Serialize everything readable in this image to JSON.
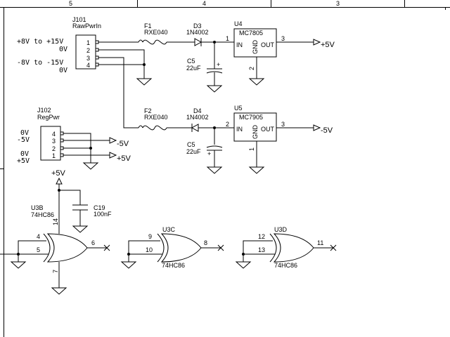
{
  "frame": {
    "zones": [
      "5",
      "4",
      "3"
    ]
  },
  "j101": {
    "ref": "J101",
    "value": "RawPwrIn",
    "pins": [
      "1",
      "2",
      "3",
      "4"
    ],
    "labels": [
      "+8V to +15V",
      "0V",
      "-8V to -15V",
      "0V"
    ]
  },
  "j102": {
    "ref": "J102",
    "value": "RegPwr",
    "pins": [
      "4",
      "3",
      "2",
      "1"
    ],
    "labels": [
      "0V",
      "-5V",
      "0V",
      "+5V"
    ]
  },
  "f1": {
    "ref": "F1",
    "value": "RXE040"
  },
  "f2": {
    "ref": "F2",
    "value": "RXE040"
  },
  "d3": {
    "ref": "D3",
    "value": "1N4002"
  },
  "d4": {
    "ref": "D4",
    "value": "1N4002"
  },
  "c5_top": {
    "ref": "C5",
    "value": "22uF"
  },
  "c5_bottom": {
    "ref": "C5",
    "value": "22uF"
  },
  "c19": {
    "ref": "C19",
    "value": "100nF"
  },
  "u4": {
    "ref": "U4",
    "value": "MC7805",
    "in": "IN",
    "out": "OUT",
    "gnd": "GND",
    "pin_in": "1",
    "pin_out": "3",
    "pin_gnd": "2"
  },
  "u5": {
    "ref": "U5",
    "value": "MC7905",
    "in": "IN",
    "out": "OUT",
    "gnd": "GND",
    "pin_in": "2",
    "pin_out": "3",
    "pin_gnd": "1"
  },
  "u3b": {
    "ref": "U3B",
    "value": "74HC86",
    "pin_a": "4",
    "pin_b": "5",
    "pin_y": "6",
    "pin_vcc": "14",
    "pin_gnd": "7"
  },
  "u3c": {
    "ref": "U3C",
    "value": "74HC86",
    "pin_a": "9",
    "pin_b": "10",
    "pin_y": "8"
  },
  "u3d": {
    "ref": "U3D",
    "value": "74HC86",
    "pin_a": "12",
    "pin_b": "13",
    "pin_y": "11"
  },
  "rails": {
    "pos5_out": "+5V",
    "neg5_out": "-5V",
    "j102_neg5": "-5V",
    "j102_pos5": "+5V",
    "u3_vcc": "+5V"
  }
}
